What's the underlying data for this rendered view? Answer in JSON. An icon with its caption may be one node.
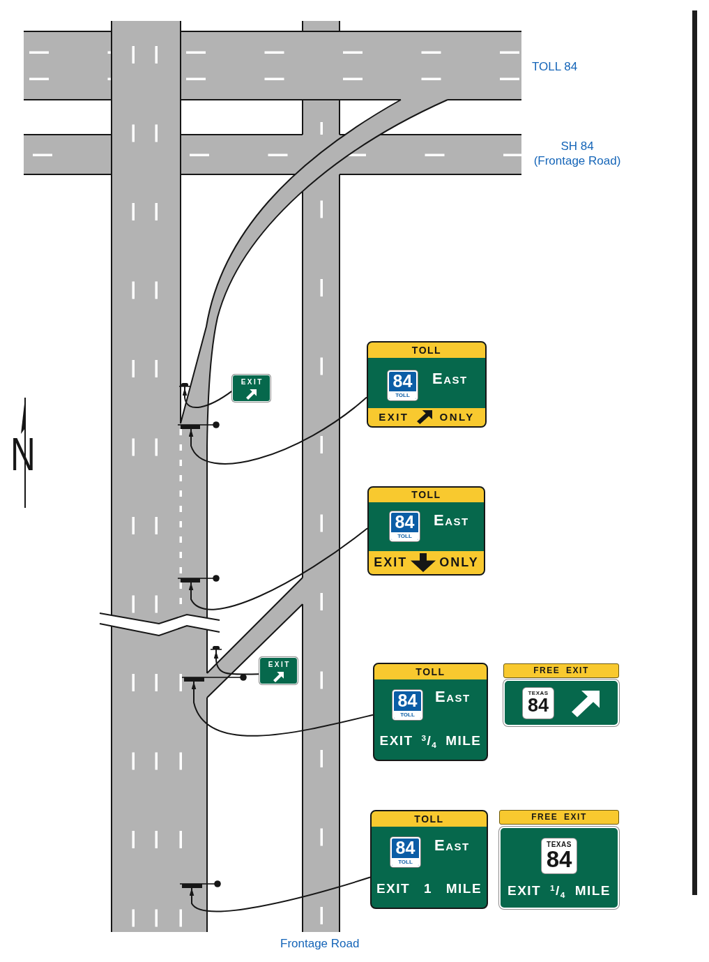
{
  "diagram": {
    "nodes": [
      {
        "text": [
          "EXIT"
        ]
      },
      {
        "text": [],
        "shape": "bar"
      },
      {
        "text": [],
        "shape": "bar"
      },
      {
        "text": [
          "TOLL",
          "East",
          "EXIT",
          "ONLY"
        ]
      },
      {
        "text": [
          "84",
          "TOLL"
        ],
        "in": 3
      },
      {
        "text": [
          "TOLL",
          "East",
          "EXIT",
          "ONLY"
        ]
      },
      {
        "text": [
          "84",
          "TOLL"
        ],
        "in": 5
      },
      {
        "text": [],
        "shape": "bar"
      },
      {
        "text": [
          "EXIT"
        ]
      },
      {
        "text": [],
        "shape": "bar"
      },
      {
        "text": [],
        "shape": "bar"
      },
      {
        "text": [
          "TOLL",
          "East",
          "EXIT $^{3}$/$_{4}$ MILE"
        ]
      },
      {
        "text": [
          "84",
          "TOLL"
        ],
        "in": 11
      },
      {
        "text": [
          "FREE EXIT"
        ]
      },
      {
        "text": [
          "TEXAS",
          "84"
        ],
        "in": 13
      },
      {
        "text": [
          "TOLL",
          "East",
          "EXIT 1 MILE"
        ]
      },
      {
        "text": [
          "84",
          "TOLL"
        ],
        "in": 15
      },
      {
        "text": [
          "FREE EXIT",
          "EXIT $^{1}$/$_{4}$ MILE"
        ]
      },
      {
        "text": [
          "TEXAS",
          "84"
        ],
        "in": 17
      },
      {
        "text": [],
        "shape": "bar"
      }
    ],
    "edges": [
      {
        "from": 0,
        "to": 1,
        "arrow": "to"
      },
      {
        "from": 3,
        "to": 2,
        "arrow": "to"
      },
      {
        "from": 5,
        "to": 7,
        "arrow": "to"
      },
      {
        "from": 8,
        "to": 9,
        "arrow": "to"
      },
      {
        "from": 11,
        "to": 10,
        "arrow": "to"
      },
      {
        "from": 15,
        "to": 19,
        "arrow": "to"
      }
    ],
    "labels": [
      "TOLL 84",
      "SH 84 (Frontage Road)",
      "N",
      "Frontage Road"
    ]
  }
}
